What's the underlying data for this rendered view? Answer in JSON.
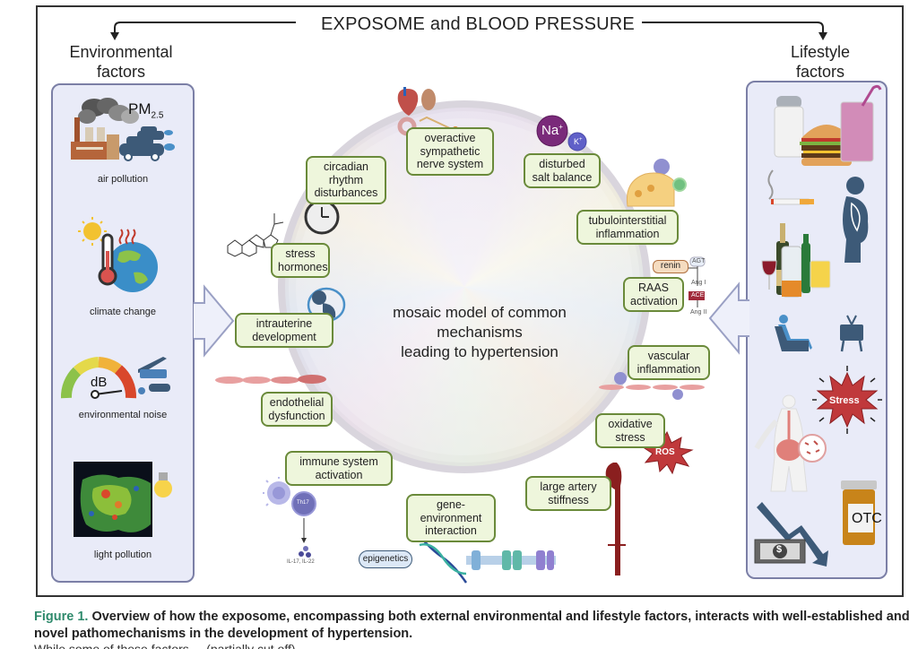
{
  "title": "EXPOSOME and BLOOD PRESSURE",
  "left_header": [
    "Environmental",
    "factors"
  ],
  "right_header": [
    "Lifestyle",
    "factors"
  ],
  "environmental_factors": [
    {
      "label": "air pollution",
      "icon": "factory-car-smog-icon",
      "icon_text": "PM",
      "icon_subscript": "2.5"
    },
    {
      "label": "climate change",
      "icon": "thermometer-globe-icon"
    },
    {
      "label": "environmental noise",
      "icon": "decibel-gauge-icon",
      "icon_text": "dB"
    },
    {
      "label": "light pollution",
      "icon": "europe-light-map-icon"
    }
  ],
  "lifestyle_factors": [
    {
      "name": "salt",
      "icon": "salt-shaker-icon"
    },
    {
      "name": "fast food",
      "icon": "burger-icon"
    },
    {
      "name": "sugary drink",
      "icon": "smoothie-icon"
    },
    {
      "name": "smoking",
      "icon": "cigarette-icon"
    },
    {
      "name": "obesity",
      "icon": "obese-person-icon"
    },
    {
      "name": "alcohol",
      "icon": "alcohol-bottles-icon"
    },
    {
      "name": "sedentary behavior",
      "icon": "armchair-person-icon"
    },
    {
      "name": "television",
      "icon": "tv-icon"
    },
    {
      "name": "stress",
      "icon": "stress-burst-icon",
      "icon_text": "Stress"
    },
    {
      "name": "gut microbiome",
      "icon": "gut-microbiome-icon"
    },
    {
      "name": "OTC drugs",
      "icon": "pill-bottle-icon",
      "icon_text": "OTC"
    },
    {
      "name": "low socioeconomic status",
      "icon": "money-down-icon",
      "icon_text": "$"
    }
  ],
  "center": {
    "lines": [
      "mosaic model of common",
      "mechanisms",
      "leading to hypertension"
    ]
  },
  "mechanisms": {
    "sympathetic": [
      "overactive",
      "sympathetic",
      "nerve system"
    ],
    "salt": [
      "disturbed",
      "salt balance"
    ],
    "circadian": [
      "circadian",
      "rhythm",
      "disturbances"
    ],
    "tubulo": [
      "tubulointerstitial",
      "inflammation"
    ],
    "stress_hormones": [
      "stress",
      "hormones"
    ],
    "raas": [
      "RAAS",
      "activation"
    ],
    "intrauterine": [
      "intrauterine",
      "development"
    ],
    "vascular": [
      "vascular",
      "inflammation"
    ],
    "endothelial": [
      "endothelial",
      "dysfunction"
    ],
    "oxidative": [
      "oxidative",
      "stress"
    ],
    "immune": [
      "immune system",
      "activation"
    ],
    "artery": [
      "large artery",
      "stiffness"
    ],
    "gene_env": [
      "gene-",
      "environment",
      "interaction"
    ]
  },
  "icon_texts": {
    "na": "Na",
    "na_sup": "+",
    "k": "K",
    "k_sup": "+",
    "renin": "renin",
    "agt": "AGT",
    "ang1": "Ang I",
    "ace": "ACE",
    "ang2": "Ang II",
    "ros": "ROS",
    "th17": "Th17",
    "interleukins": "IL-17, IL-22",
    "epigenetics": "epigenetics"
  },
  "caption": {
    "figure_label": "Figure 1.",
    "text": "Overview of how the exposome, encompassing both external environmental and lifestyle factors, interacts with well-established and novel pathomechanisms in the development of hypertension.",
    "next_line": "While some of these factors ... (partially cut off)"
  },
  "colors": {
    "panel_fill": "#e9ebf8",
    "panel_border": "#7b7fa6",
    "mechanism_fill": "#eef6dc",
    "mechanism_border": "#6a8a3a",
    "figure_label": "#2f8a6c",
    "stress_red": "#c0393b",
    "icon_navy": "#3d5a78"
  }
}
